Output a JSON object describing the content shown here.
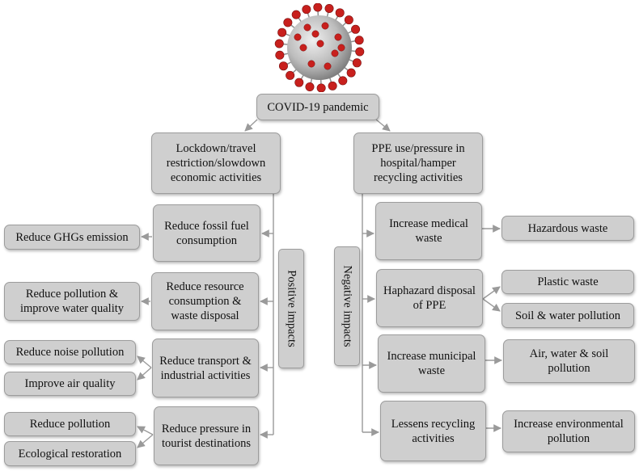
{
  "root": "COVID-19 pandemic",
  "left_branch": "Lockdown/travel restriction/slowdown economic activities",
  "right_branch": "PPE use/pressure in hospital/hamper recycling activities",
  "positive_label": "Positive impacts",
  "negative_label": "Negative impacts",
  "positive": [
    {
      "cause": "Reduce fossil fuel consumption",
      "effects": [
        "Reduce GHGs emission"
      ]
    },
    {
      "cause": "Reduce resource consumption & waste disposal",
      "effects": [
        "Reduce pollution & improve water quality"
      ]
    },
    {
      "cause": "Reduce transport & industrial activities",
      "effects": [
        "Reduce noise pollution",
        "Improve air quality"
      ]
    },
    {
      "cause": "Reduce pressure in tourist destinations",
      "effects": [
        "Reduce pollution",
        "Ecological restoration"
      ]
    }
  ],
  "negative": [
    {
      "cause": "Increase medical waste",
      "effects": [
        "Hazardous waste"
      ]
    },
    {
      "cause": "Haphazard disposal of PPE",
      "effects": [
        "Plastic waste",
        "Soil & water pollution"
      ]
    },
    {
      "cause": "Increase municipal waste",
      "effects": [
        "Air, water & soil pollution"
      ]
    },
    {
      "cause": "Lessens recycling activities",
      "effects": [
        "Increase environmental pollution"
      ]
    }
  ],
  "colors": {
    "box_fill": "#cfcfcf",
    "box_border": "#9c9c9c",
    "connector": "#9a9a9a",
    "virus_spike": "#c8201d",
    "virus_body": "#c9c9c9"
  }
}
